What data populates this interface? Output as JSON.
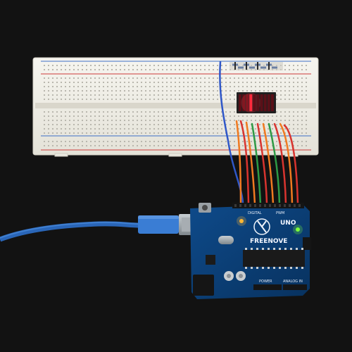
{
  "board": {
    "brand": "FREENOVE",
    "model": "UNO",
    "digital_label": "DIGITAL",
    "pwm_label": "PWM",
    "power_label": "POWER",
    "analog_label": "ANALOG IN"
  },
  "led_bar": {
    "segments": 10,
    "lit_count": 1,
    "lit_color": "#ff2a3c"
  },
  "colors": {
    "background": "#111111",
    "breadboard": "#f1efe7",
    "board": "#0b3f78",
    "cable": "#3b7fd0",
    "usb_connector": "#9aa1a6"
  }
}
